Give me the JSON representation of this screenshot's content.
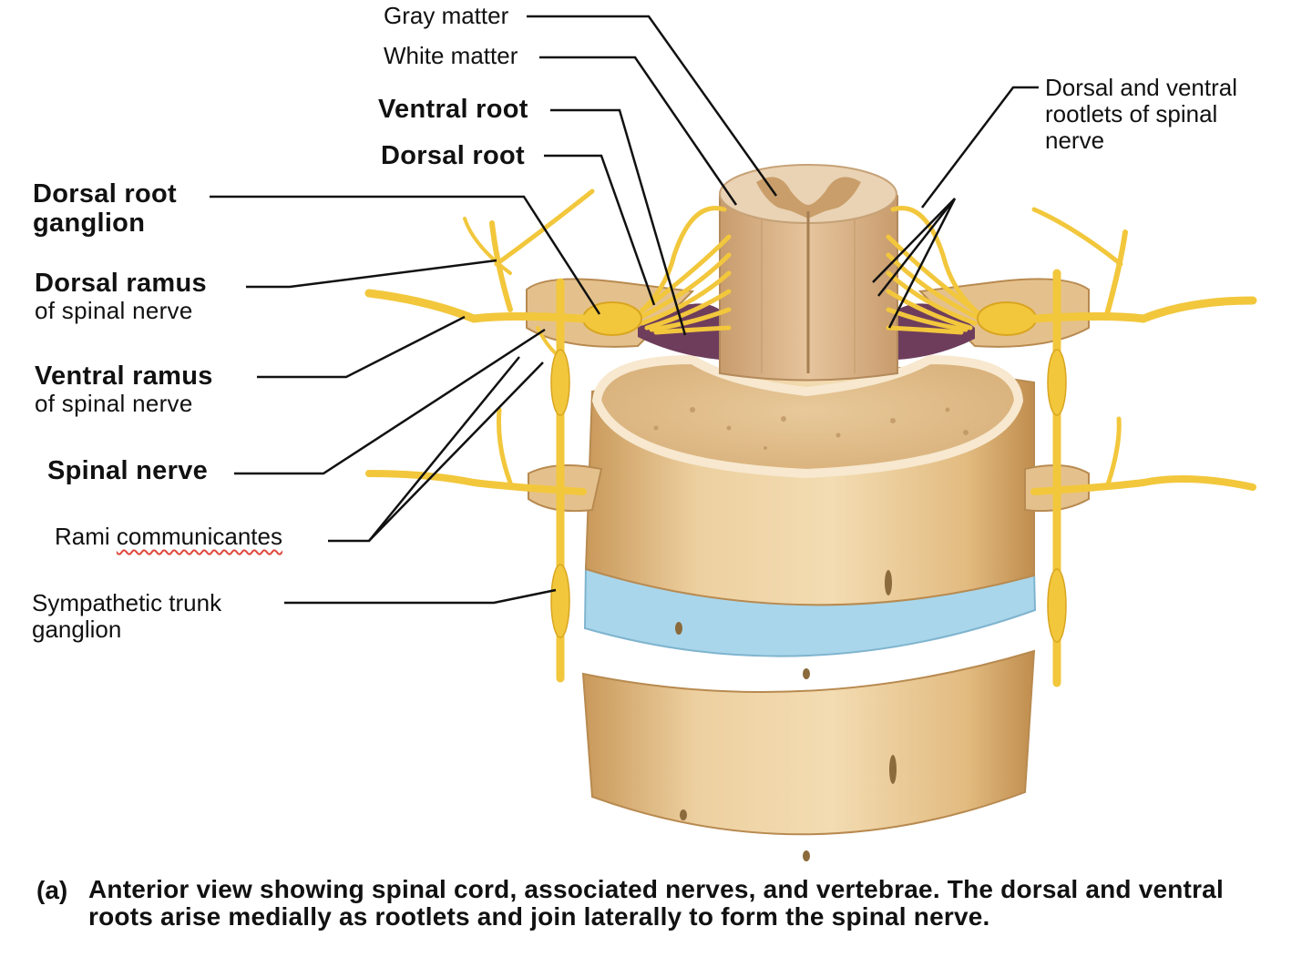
{
  "labels": {
    "gray_matter": "Gray matter",
    "white_matter": "White matter",
    "ventral_root": "Ventral root",
    "dorsal_root": "Dorsal root",
    "rootlets": [
      "Dorsal and ventral",
      "rootlets of spinal",
      "nerve"
    ],
    "drg": [
      "Dorsal root",
      "ganglion"
    ],
    "dorsal_ramus": [
      "Dorsal ramus",
      "of spinal nerve"
    ],
    "ventral_ramus": [
      "Ventral ramus",
      "of spinal nerve"
    ],
    "spinal_nerve": "Spinal nerve",
    "rami_communicantes": "Rami communicantes",
    "sympathetic_trunk": [
      "Sympathetic trunk",
      "ganglion"
    ]
  },
  "caption": {
    "letter": "(a)",
    "text": "Anterior view showing spinal cord, associated nerves, and vertebrae. The dorsal and ventral roots arise medially as rootlets and join laterally to form the spinal nerve."
  },
  "colors": {
    "bone": "#e9c58c",
    "bone_dark": "#c79a5c",
    "nerve": "#f2c73c",
    "nerve_dark": "#d9a520",
    "cord": "#d9b48a",
    "disc": "#a9d6ea",
    "leader": "#111111"
  }
}
